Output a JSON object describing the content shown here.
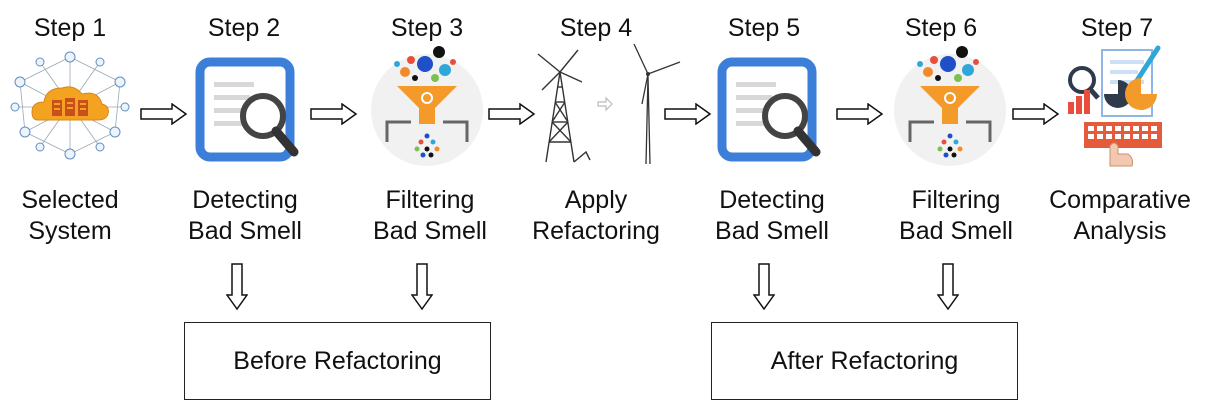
{
  "steps": [
    {
      "title": "Step 1",
      "label": [
        "Selected",
        "System"
      ],
      "icon": "cloud-network-icon"
    },
    {
      "title": "Step 2",
      "label": [
        "Detecting",
        "Bad Smell"
      ],
      "icon": "document-search-icon"
    },
    {
      "title": "Step 3",
      "label": [
        "Filtering",
        "Bad Smell"
      ],
      "icon": "filter-funnel-icon"
    },
    {
      "title": "Step 4",
      "label": [
        "Apply",
        "Refactoring"
      ],
      "icon": "windmill-to-turbine-icon"
    },
    {
      "title": "Step 5",
      "label": [
        "Detecting",
        "Bad Smell"
      ],
      "icon": "document-search-icon"
    },
    {
      "title": "Step 6",
      "label": [
        "Filtering",
        "Bad Smell"
      ],
      "icon": "filter-funnel-icon"
    },
    {
      "title": "Step 7",
      "label": [
        "Comparative",
        "Analysis"
      ],
      "icon": "analytics-report-icon"
    }
  ],
  "phases": {
    "before": "Before Refactoring",
    "after": "After Refactoring"
  },
  "colors": {
    "accent_blue": "#3b7fd9",
    "funnel_orange": "#f39a2b",
    "cloud_orange": "#f4a321"
  }
}
